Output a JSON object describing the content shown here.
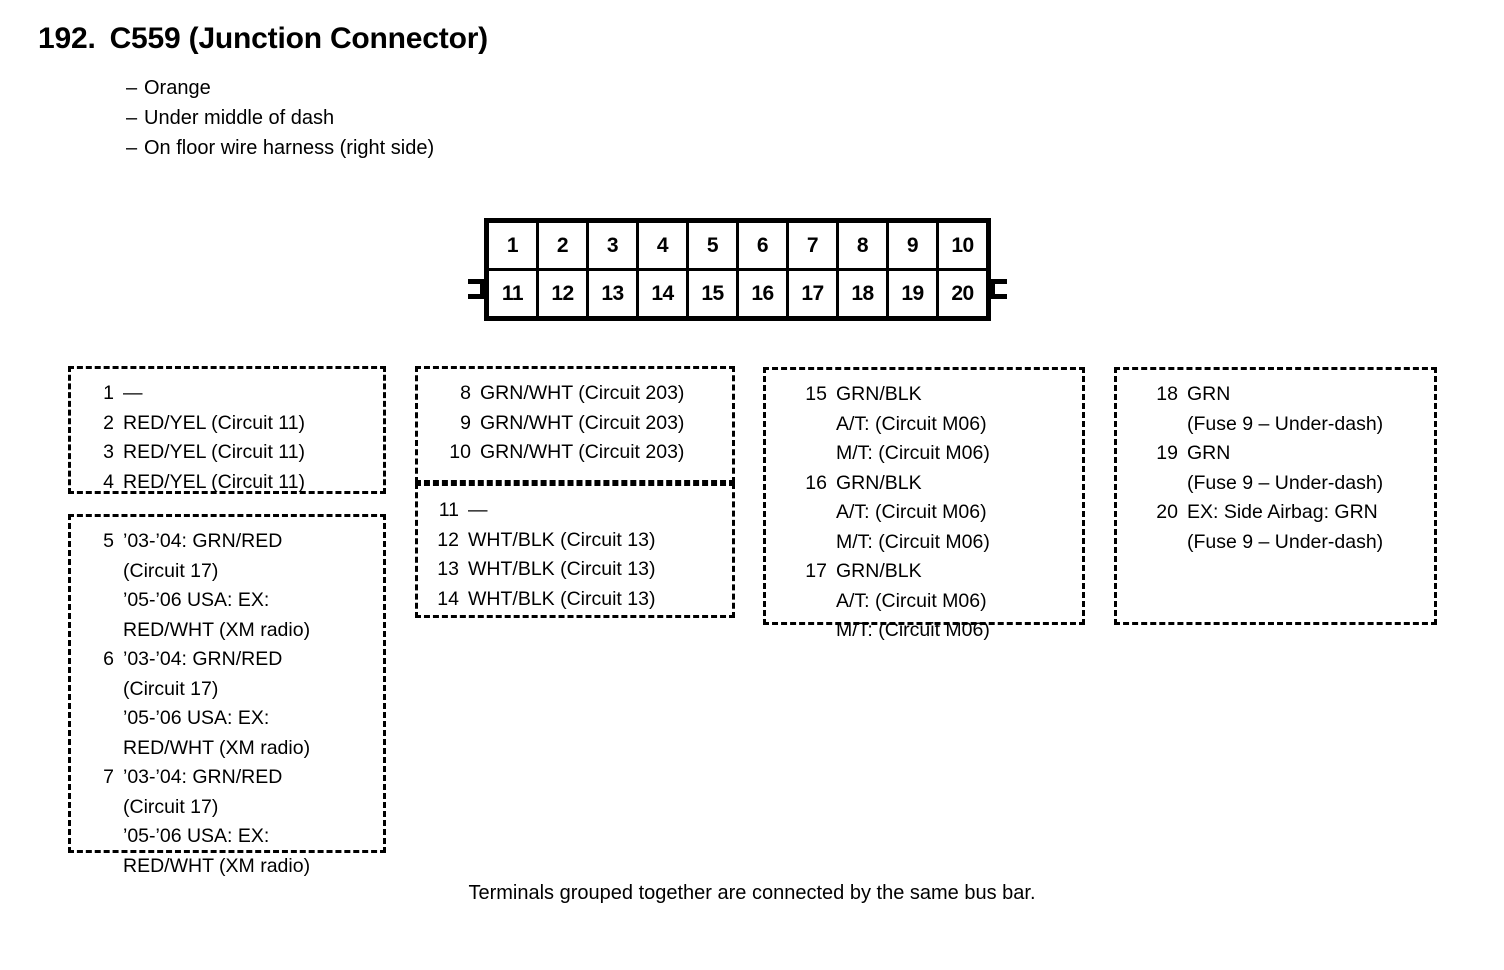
{
  "header": {
    "number": "192.",
    "title": "C559 (Junction Connector)",
    "bullets": [
      "Orange",
      "Under middle of dash",
      "On floor wire harness (right side)"
    ],
    "dash": "–"
  },
  "connector": {
    "top_row": [
      "1",
      "2",
      "3",
      "4",
      "5",
      "6",
      "7",
      "8",
      "9",
      "10"
    ],
    "bottom_row": [
      "11",
      "12",
      "13",
      "14",
      "15",
      "16",
      "17",
      "18",
      "19",
      "20"
    ]
  },
  "pin_groups": [
    {
      "id": "box-1",
      "entries": [
        {
          "num": "1",
          "lines": [
            "—"
          ]
        },
        {
          "num": "2",
          "lines": [
            "RED/YEL (Circuit 11)"
          ]
        },
        {
          "num": "3",
          "lines": [
            "RED/YEL (Circuit 11)"
          ]
        },
        {
          "num": "4",
          "lines": [
            "RED/YEL (Circuit 11)"
          ]
        }
      ]
    },
    {
      "id": "box-2",
      "entries": [
        {
          "num": "5",
          "lines": [
            "’03-’04: GRN/RED",
            "(Circuit 17)",
            "’05-’06 USA: EX:",
            "RED/WHT (XM radio)"
          ]
        },
        {
          "num": "6",
          "lines": [
            "’03-’04: GRN/RED",
            "(Circuit 17)",
            "’05-’06 USA: EX:",
            "RED/WHT (XM radio)"
          ]
        },
        {
          "num": "7",
          "lines": [
            "’03-’04: GRN/RED",
            "(Circuit 17)",
            "’05-’06 USA: EX:",
            "RED/WHT (XM radio)"
          ]
        }
      ]
    },
    {
      "id": "box-3",
      "entries": [
        {
          "num": "8",
          "lines": [
            "GRN/WHT (Circuit 203)"
          ]
        },
        {
          "num": "9",
          "lines": [
            "GRN/WHT (Circuit 203)"
          ]
        },
        {
          "num": "10",
          "lines": [
            "GRN/WHT (Circuit 203)"
          ]
        }
      ]
    },
    {
      "id": "box-4",
      "entries": [
        {
          "num": "11",
          "lines": [
            "—"
          ]
        },
        {
          "num": "12",
          "lines": [
            "WHT/BLK (Circuit 13)"
          ]
        },
        {
          "num": "13",
          "lines": [
            "WHT/BLK (Circuit 13)"
          ]
        },
        {
          "num": "14",
          "lines": [
            "WHT/BLK (Circuit 13)"
          ]
        }
      ]
    },
    {
      "id": "box-5",
      "entries": [
        {
          "num": "15",
          "lines": [
            "GRN/BLK",
            "A/T: (Circuit M06)",
            "M/T: (Circuit M06)"
          ]
        },
        {
          "num": "16",
          "lines": [
            "GRN/BLK",
            "A/T: (Circuit M06)",
            "M/T: (Circuit M06)"
          ]
        },
        {
          "num": "17",
          "lines": [
            "GRN/BLK",
            "A/T: (Circuit M06)",
            "M/T: (Circuit M06)"
          ]
        }
      ]
    },
    {
      "id": "box-6",
      "entries": [
        {
          "num": "18",
          "lines": [
            "GRN",
            "(Fuse 9 – Under-dash)"
          ]
        },
        {
          "num": "19",
          "lines": [
            "GRN",
            "(Fuse 9 – Under-dash)"
          ]
        },
        {
          "num": "20",
          "lines": [
            "EX: Side Airbag: GRN",
            "(Fuse 9 – Under-dash)"
          ]
        }
      ]
    }
  ],
  "footer": {
    "note": "Terminals grouped together are connected by the same bus bar."
  },
  "colors": {
    "ink": "#000000",
    "paper": "#ffffff"
  }
}
